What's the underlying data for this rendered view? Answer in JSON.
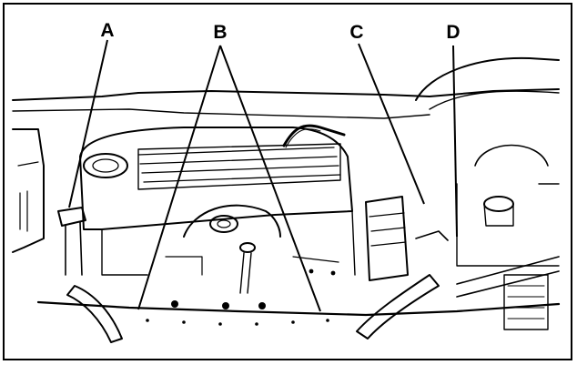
{
  "callouts": [
    {
      "label": "A"
    },
    {
      "label": "B"
    },
    {
      "label": "C"
    },
    {
      "label": "D"
    }
  ],
  "colors": {
    "line": "#000000",
    "background": "#ffffff"
  }
}
